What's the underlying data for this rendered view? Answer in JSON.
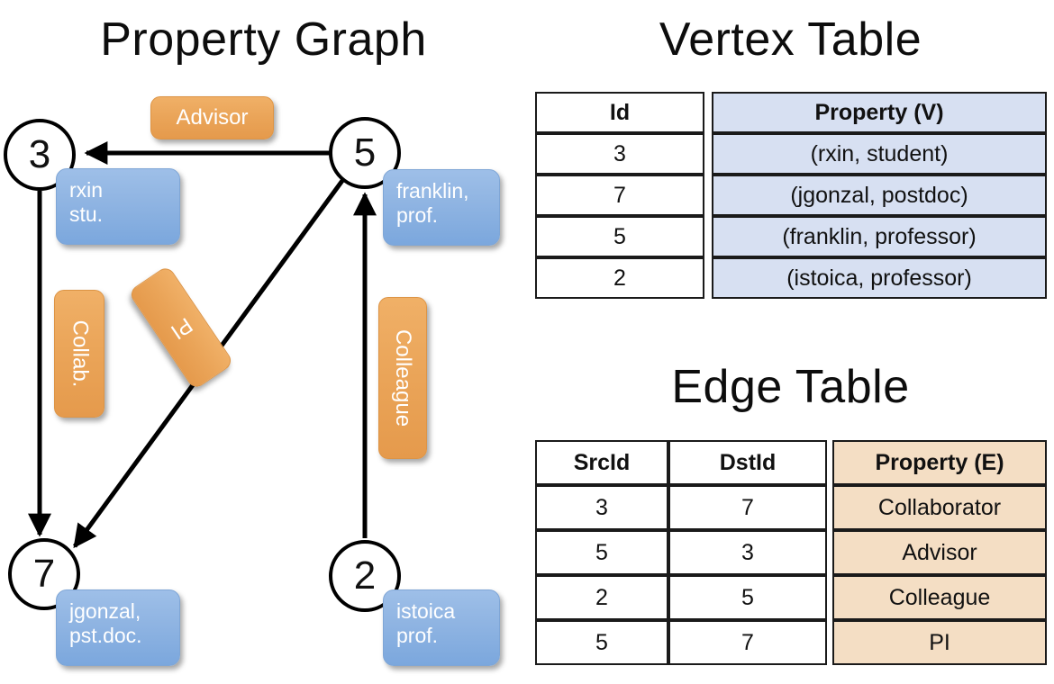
{
  "titles": {
    "property_graph": "Property Graph",
    "vertex_table": "Vertex Table",
    "edge_table": "Edge Table"
  },
  "graph": {
    "nodes": [
      {
        "id": "3",
        "property_lines": [
          "rxin",
          "stu."
        ]
      },
      {
        "id": "5",
        "property_lines": [
          "franklin,",
          "prof."
        ]
      },
      {
        "id": "7",
        "property_lines": [
          "jgonzal,",
          "pst.doc."
        ]
      },
      {
        "id": "2",
        "property_lines": [
          "istoica",
          "prof."
        ]
      }
    ],
    "edge_labels": [
      {
        "text": "Advisor",
        "orientation": "horizontal"
      },
      {
        "text": "Collab.",
        "orientation": "vertical"
      },
      {
        "text": "PI",
        "orientation": "diagonal"
      },
      {
        "text": "Colleague",
        "orientation": "vertical"
      }
    ],
    "node_property_text": {
      "n3_line1": "rxin",
      "n3_line2": "stu.",
      "n5_line1": "franklin,",
      "n5_line2": "prof.",
      "n7_line1": "jgonzal,",
      "n7_line2": "pst.doc.",
      "n2_line1": "istoica",
      "n2_line2": "prof."
    }
  },
  "vertex_table": {
    "headers": [
      "Id",
      "Property (V)"
    ],
    "rows": [
      {
        "id": "3",
        "property": "(rxin, student)"
      },
      {
        "id": "7",
        "property": "(jgonzal, postdoc)"
      },
      {
        "id": "5",
        "property": "(franklin, professor)"
      },
      {
        "id": "2",
        "property": "(istoica, professor)"
      }
    ]
  },
  "edge_table": {
    "headers": [
      "SrcId",
      "DstId",
      "Property (E)"
    ],
    "rows": [
      {
        "src": "3",
        "dst": "7",
        "property": "Collaborator"
      },
      {
        "src": "5",
        "dst": "3",
        "property": "Advisor"
      },
      {
        "src": "2",
        "dst": "5",
        "property": "Colleague"
      },
      {
        "src": "5",
        "dst": "7",
        "property": "PI"
      }
    ]
  },
  "colors": {
    "vertex_property_fill": "#d7e0f2",
    "edge_property_fill": "#f4dec4",
    "node_box_blue": "#8fb4e2",
    "edge_label_orange": "#eaa458",
    "stroke": "#000000",
    "background": "#ffffff"
  }
}
